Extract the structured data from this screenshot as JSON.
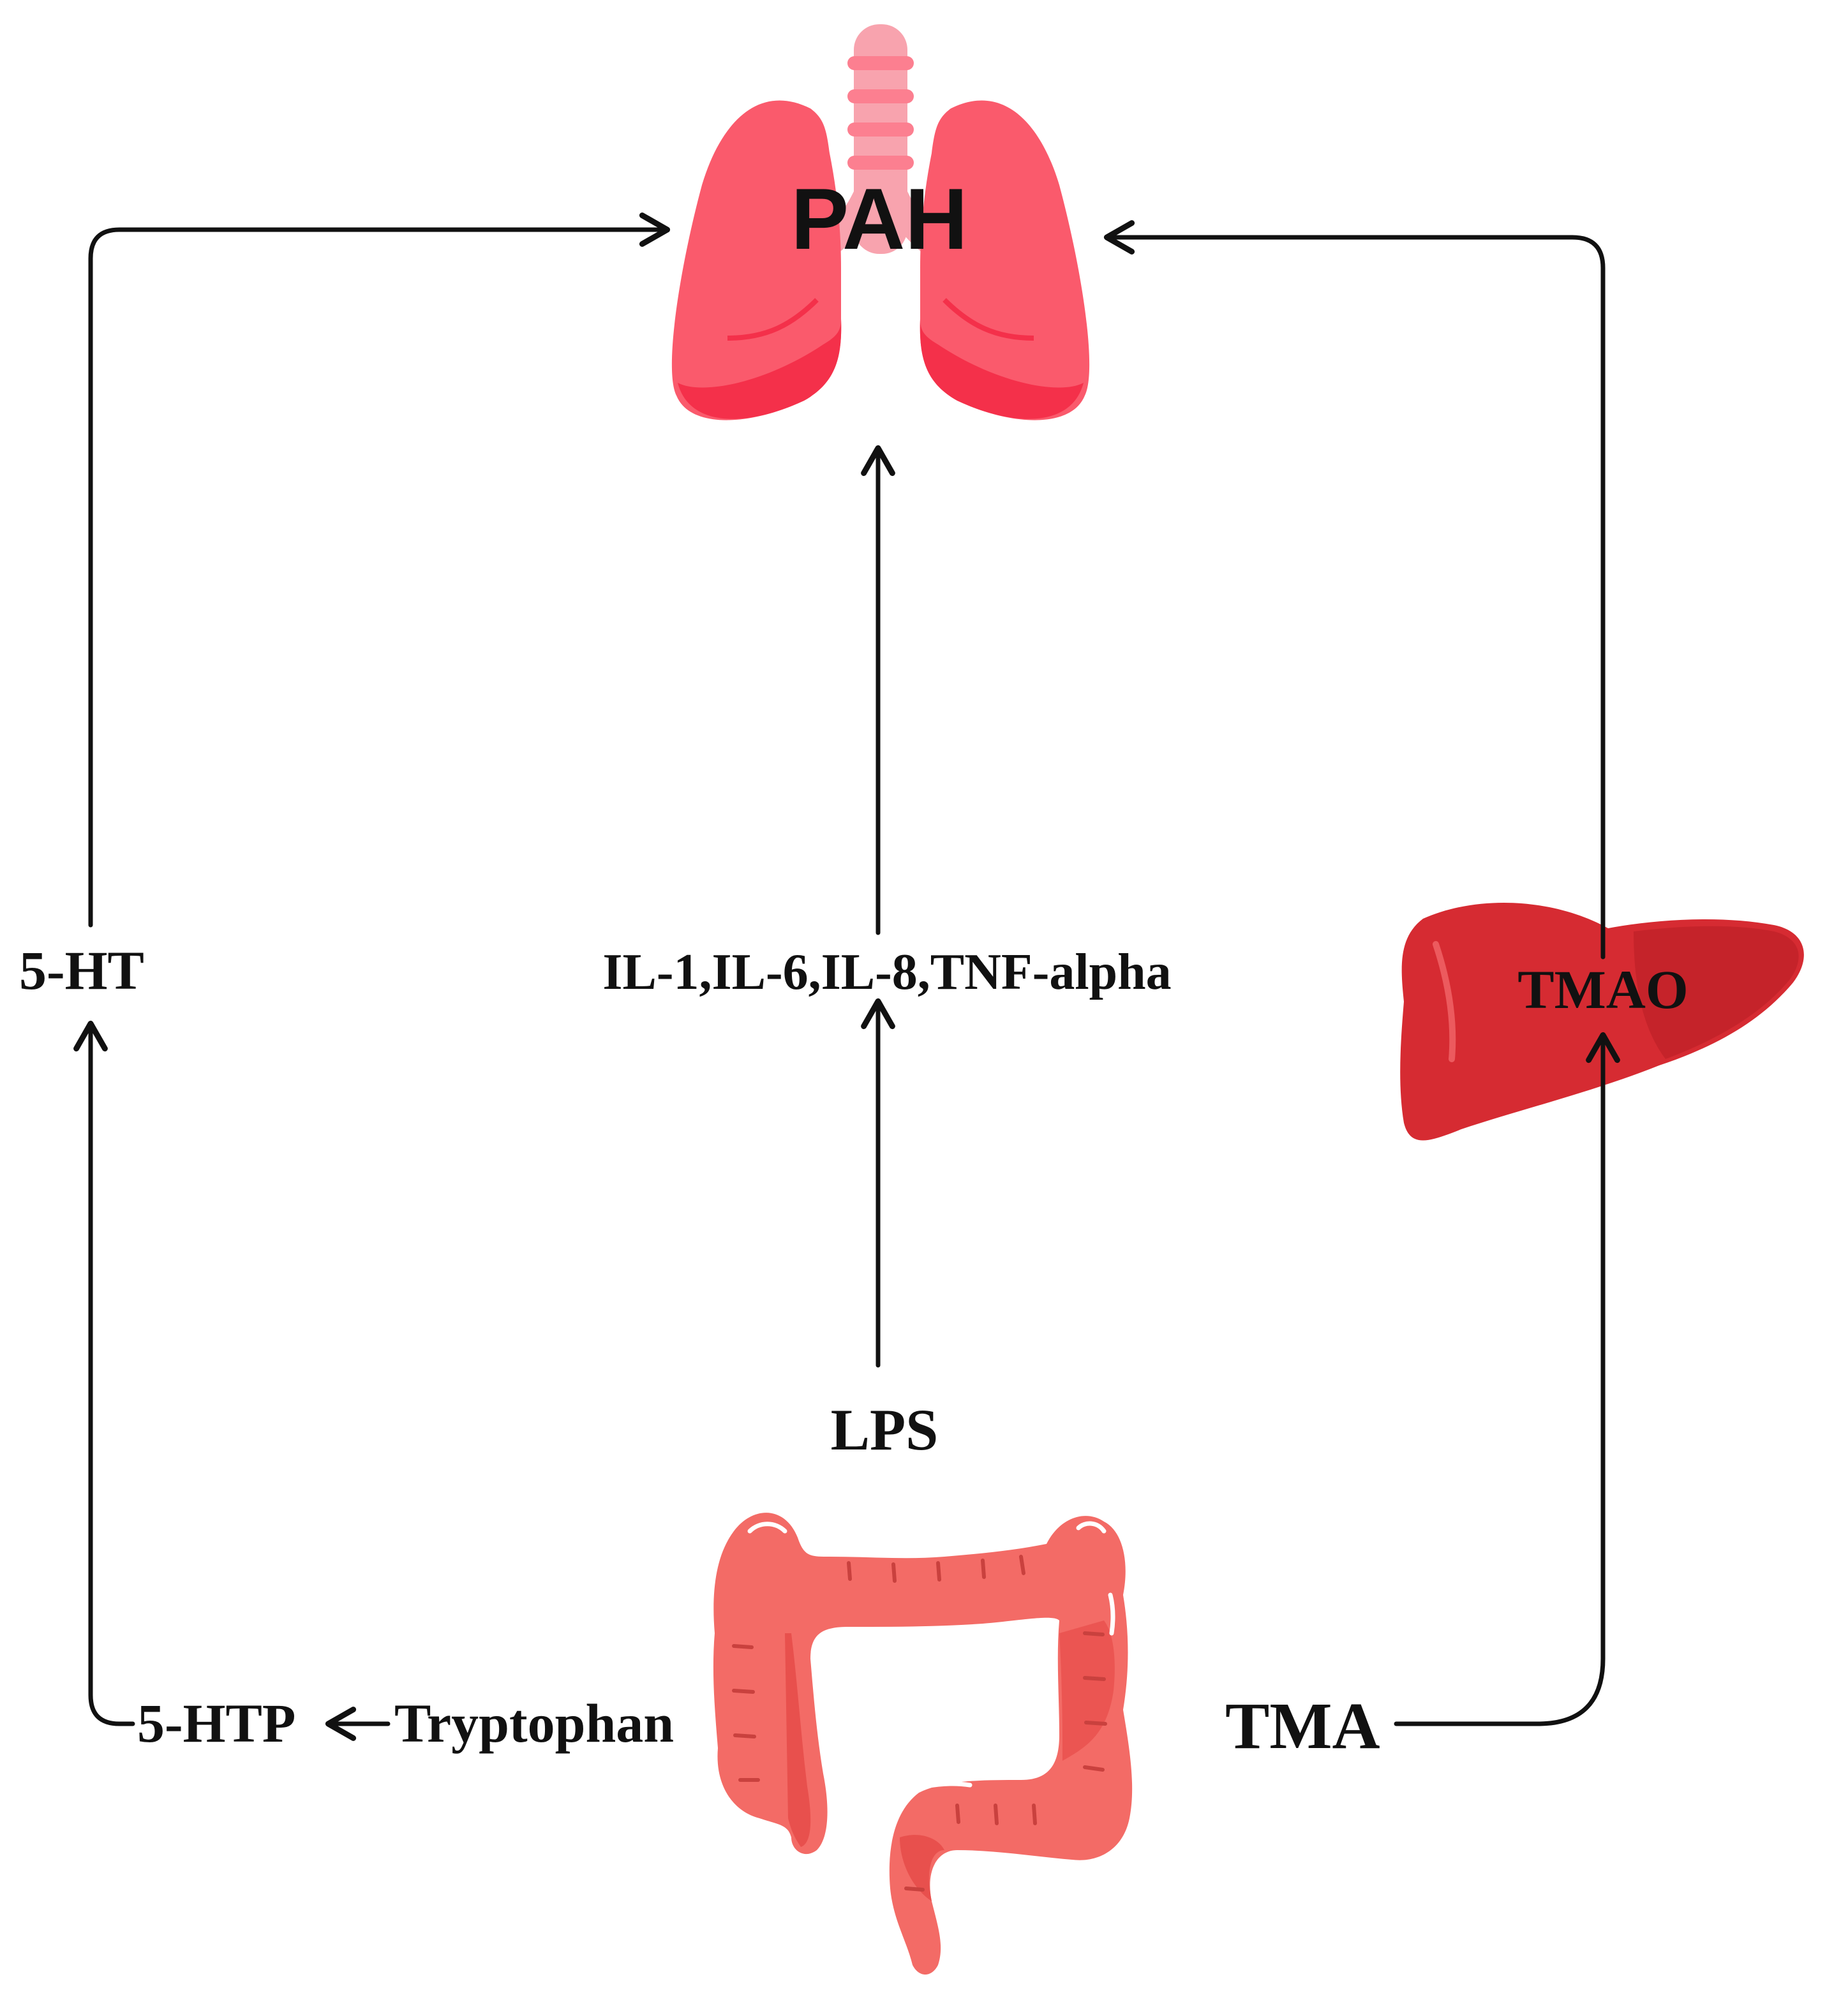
{
  "labels": {
    "pah": "PAH",
    "serotonin": "5-HT",
    "cytokines": "IL-1,IL-6,IL-8,TNF-alpha",
    "tmao": "TMAO",
    "lps": "LPS",
    "htp": "5-HTP",
    "tryptophan": "Tryptophan",
    "tma": "TMA"
  },
  "colors": {
    "lung": "#fa5a6c",
    "lung_dark": "#f4304a",
    "trachea": "#f8a3ae",
    "trachea_ring": "#fc7f90",
    "liver": "#d62b32",
    "liver_dark": "#b81e25",
    "intestine": "#f36b66",
    "intestine_dark": "#e8504d",
    "arrow": "#111111"
  },
  "icons": {
    "lungs": "lungs-icon",
    "liver": "liver-icon",
    "intestine": "intestine-icon"
  }
}
